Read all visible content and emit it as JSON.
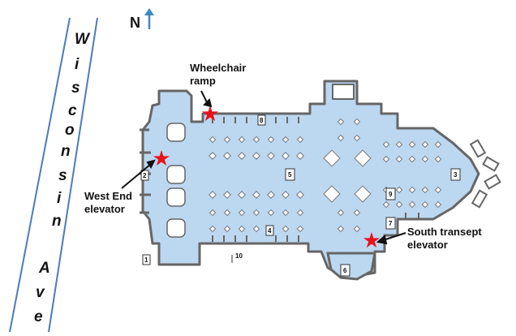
{
  "north_label": "N",
  "street": {
    "letters": [
      "W",
      "i",
      "s",
      "c",
      "o",
      "n",
      "s",
      "i",
      "n",
      "A",
      "v",
      "e"
    ]
  },
  "labels": {
    "wheelchair_ramp": [
      "Wheelchair",
      "ramp"
    ],
    "west_end_elevator": [
      "West End",
      "elevator"
    ],
    "south_transept_elevator": [
      "South transept",
      "elevator"
    ]
  },
  "room_numbers": [
    "1",
    "2",
    "3",
    "4",
    "5",
    "6",
    "7",
    "8",
    "9",
    "10"
  ],
  "colors": {
    "floor_fill": "#bcd7f0",
    "wall": "#666666",
    "accessibility_marker": "#e8121c",
    "north_arrow": "#3d86c6",
    "street_lines": "#4a7bbf"
  },
  "markers": [
    {
      "name": "wheelchair-ramp-star"
    },
    {
      "name": "west-end-elevator-star"
    },
    {
      "name": "south-transept-elevator-star"
    }
  ]
}
